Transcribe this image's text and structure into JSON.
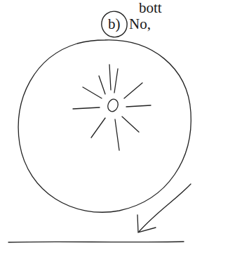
{
  "diagram": {
    "nodes": [
      {
        "text": [
          "b)"
        ]
      }
    ],
    "labels": [
      "bott",
      "No,"
    ]
  }
}
